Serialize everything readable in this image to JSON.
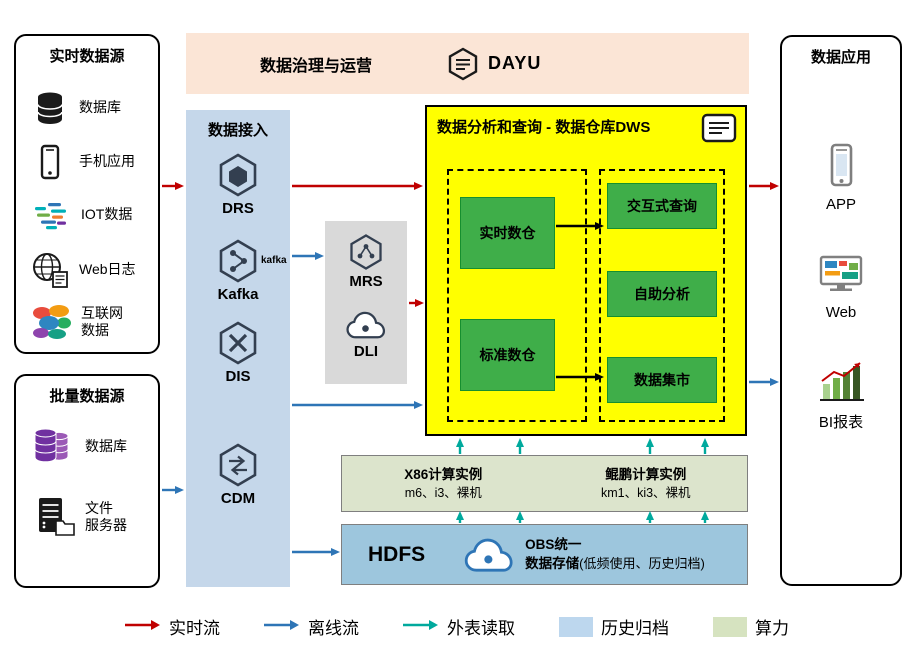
{
  "realtime_sources": {
    "title": "实时数据源",
    "items": [
      {
        "icon": "database-icon",
        "label": "数据库"
      },
      {
        "icon": "phone-icon",
        "label": "手机应用"
      },
      {
        "icon": "iot-icon",
        "label": "IOT数据"
      },
      {
        "icon": "web-log-icon",
        "label": "Web日志"
      },
      {
        "icon": "internet-data-icon",
        "label": "互联网\n数据"
      }
    ]
  },
  "batch_sources": {
    "title": "批量数据源",
    "items": [
      {
        "icon": "database-purple-icon",
        "label": "数据库"
      },
      {
        "icon": "file-server-icon",
        "label": "文件\n服务器"
      }
    ]
  },
  "governance": {
    "title": "数据治理与运营",
    "logo_text": "DAYU"
  },
  "ingestion": {
    "title": "数据接入",
    "items": [
      {
        "icon": "drs-icon",
        "label": "DRS"
      },
      {
        "icon": "kafka-icon",
        "label": "Kafka",
        "icon_caption": "kafka"
      },
      {
        "icon": "dis-icon",
        "label": "DIS"
      },
      {
        "icon": "cdm-icon",
        "label": "CDM"
      }
    ]
  },
  "processing": {
    "items": [
      {
        "icon": "mrs-icon",
        "label": "MRS"
      },
      {
        "icon": "dli-icon",
        "label": "DLI"
      }
    ]
  },
  "dws": {
    "title": "数据分析和查询 - 数据仓库DWS",
    "warehouses": [
      {
        "label": "实时数仓"
      },
      {
        "label": "标准数仓"
      }
    ],
    "services": [
      {
        "label": "交互式查询"
      },
      {
        "label": "自助分析"
      },
      {
        "label": "数据集市"
      }
    ]
  },
  "compute": {
    "x86": {
      "title": "X86计算实例",
      "subtitle": "m6、i3、裸机"
    },
    "kunpeng": {
      "title": "鲲鹏计算实例",
      "subtitle": "km1、ki3、裸机"
    }
  },
  "storage": {
    "hdfs_label": "HDFS",
    "obs_line1": "OBS统一",
    "obs_line2": "数据存储",
    "obs_note": "(低频使用、历史归档)"
  },
  "applications": {
    "title": "数据应用",
    "items": [
      {
        "icon": "app-phone-icon",
        "label": "APP"
      },
      {
        "icon": "web-monitor-icon",
        "label": "Web"
      },
      {
        "icon": "bi-report-icon",
        "label": "BI报表"
      }
    ]
  },
  "legend": {
    "items": [
      {
        "kind": "arrow",
        "color": "#c00000",
        "label": "实时流"
      },
      {
        "kind": "arrow",
        "color": "#2e75b6",
        "label": "离线流"
      },
      {
        "kind": "arrow",
        "color": "#00a99d",
        "label": "外表读取"
      },
      {
        "kind": "swatch",
        "color": "#bdd7ee",
        "label": "历史归档"
      },
      {
        "kind": "swatch",
        "color": "#d6e3c0",
        "label": "算力"
      }
    ]
  },
  "colors": {
    "realtime_flow": "#c00000",
    "offline_flow": "#2e75b6",
    "external_read": "#00a99d",
    "dws_background": "#ffff00",
    "warehouse_green": "#3fae49",
    "governance_background": "#fbe5d6",
    "ingestion_background": "#c5d7ea",
    "compute_background": "#dce4cc",
    "storage_background": "#9dc6dd"
  }
}
